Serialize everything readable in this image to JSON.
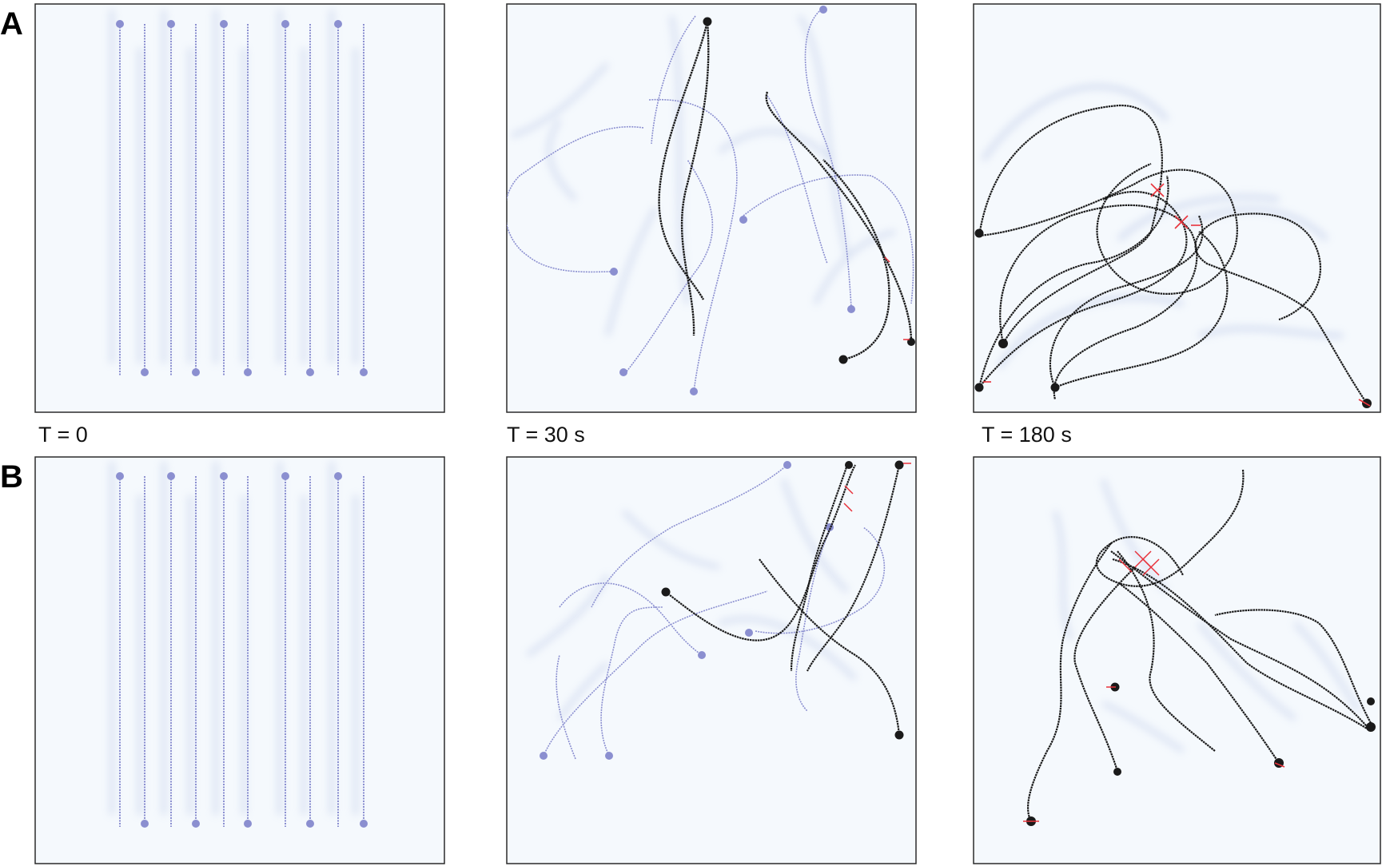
{
  "panel_labels": {
    "a": "A",
    "b": "B"
  },
  "time_labels": [
    "T = 0",
    "T = 30 s",
    "T = 180 s"
  ],
  "colors": {
    "panel_background": "#f5f9fd",
    "panel_border": "#2b2b2b",
    "trace_blue": "#8b8fd0",
    "trace_black": "#1a1a1a",
    "haze_blue": "#9fb0dc",
    "mark_red": "#e8323b"
  }
}
